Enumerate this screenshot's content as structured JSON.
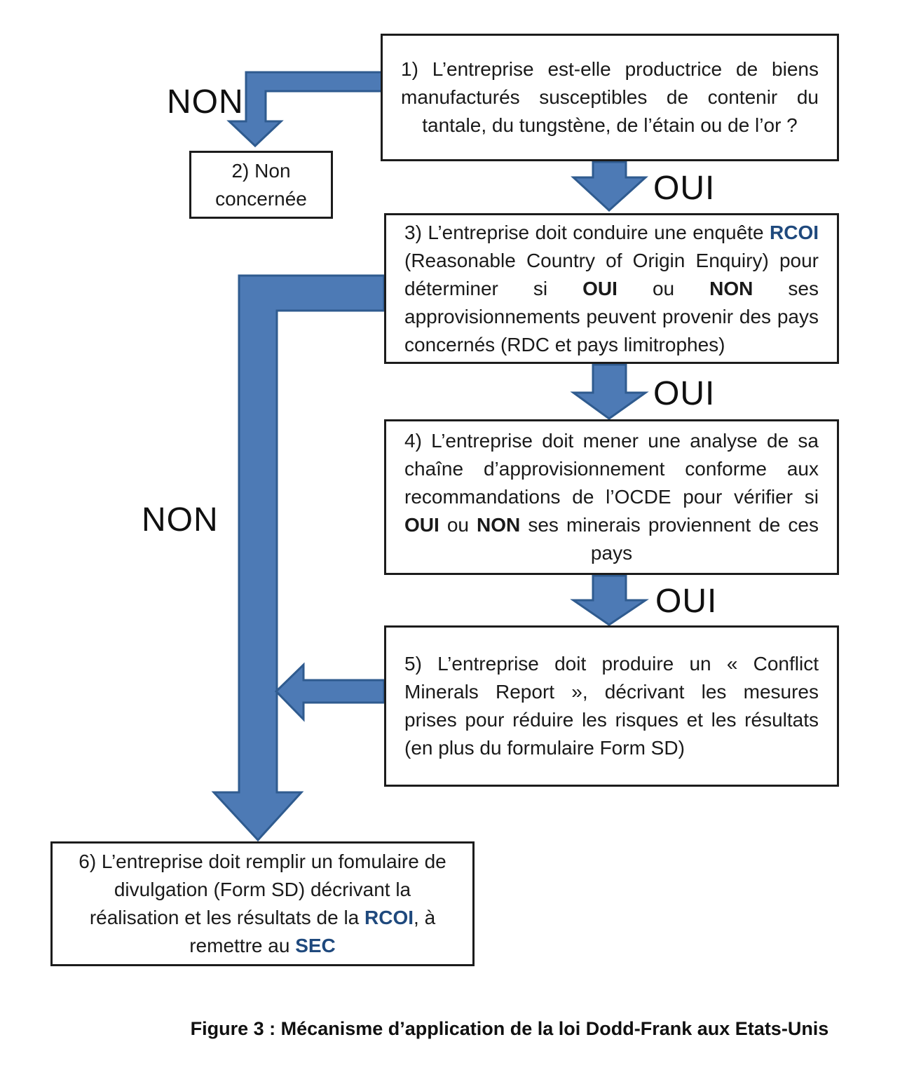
{
  "figure": {
    "caption": "Figure 3 : Mécanisme d’application de la loi Dodd-Frank aux Etats-Unis"
  },
  "colors": {
    "arrow_fill": "#4d7ab5",
    "arrow_stroke": "#2f5b8f",
    "rcoi_text_blue": "#1f497d",
    "box_border": "#1c1c1c"
  },
  "labels": {
    "non_top": "NON",
    "non_left": "NON",
    "oui_1": "OUI",
    "oui_2": "OUI",
    "oui_3": "OUI"
  },
  "boxes": {
    "box1": {
      "segments": [
        {
          "t": "1) L’entreprise est-elle productrice de biens manufacturés susceptibles de contenir du tantale, du tungstène, de l’étain ou de l’or ?"
        }
      ]
    },
    "box2": {
      "segments": [
        {
          "t": "2) Non concernée"
        }
      ]
    },
    "box3": {
      "segments": [
        {
          "t": "3) L’entreprise doit conduire une enquête "
        },
        {
          "t": "RCOI",
          "s": "bb"
        },
        {
          "t": " (Reasonable Country of Origin Enquiry) pour déterminer si "
        },
        {
          "t": "OUI",
          "s": "b"
        },
        {
          "t": " ou "
        },
        {
          "t": "NON",
          "s": "b"
        },
        {
          "t": " ses approvisionnements peuvent provenir des pays concernés (RDC et pays limitrophes)"
        }
      ]
    },
    "box4": {
      "segments": [
        {
          "t": "4) L’entreprise doit mener une analyse de sa chaîne d’approvisionnement conforme aux recommandations de l’OCDE pour vérifier si "
        },
        {
          "t": "OUI",
          "s": "b"
        },
        {
          "t": " ou "
        },
        {
          "t": "NON",
          "s": "b"
        },
        {
          "t": " ses minerais proviennent de ces pays"
        }
      ]
    },
    "box5": {
      "segments": [
        {
          "t": "5) L’entreprise doit produire un « Conflict Minerals Report », décrivant les mesures prises pour réduire les risques et les résultats (en plus du formulaire Form SD)"
        }
      ]
    },
    "box6": {
      "segments": [
        {
          "t": "6) L’entreprise doit remplir un fomulaire de divulgation (Form SD) décrivant la réalisation et les résultats de la "
        },
        {
          "t": "RCOI",
          "s": "bb"
        },
        {
          "t": ", à remettre au "
        },
        {
          "t": "SEC",
          "s": "bb"
        }
      ]
    }
  }
}
